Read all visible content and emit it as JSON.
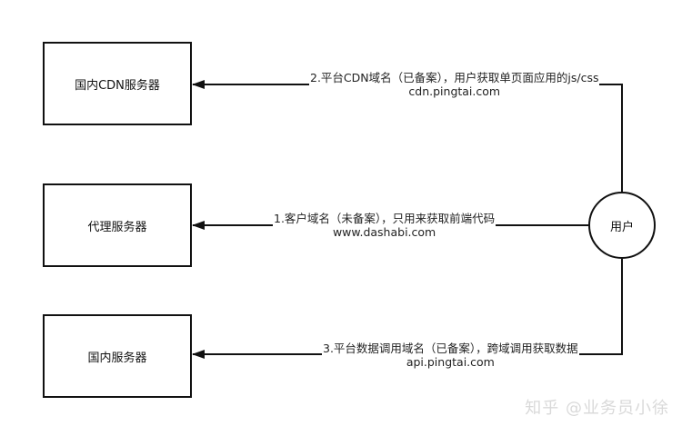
{
  "nodes": {
    "cdn_server": "国内CDN服务器",
    "proxy_server": "代理服务器",
    "domestic_server": "国内服务器",
    "user": "用户"
  },
  "edges": {
    "cdn": {
      "line1": "2.平台CDN域名（已备案），用户获取单页面应用的js/css",
      "line2": "cdn.pingtai.com"
    },
    "proxy": {
      "line1": "1.客户域名（未备案），只用来获取前端代码",
      "line2": "www.dashabi.com"
    },
    "api": {
      "line1": "3.平台数据调用域名（已备案），跨域调用获取数据",
      "line2": "api.pingtai.com"
    }
  },
  "watermark": "知乎 @业务员小徐"
}
